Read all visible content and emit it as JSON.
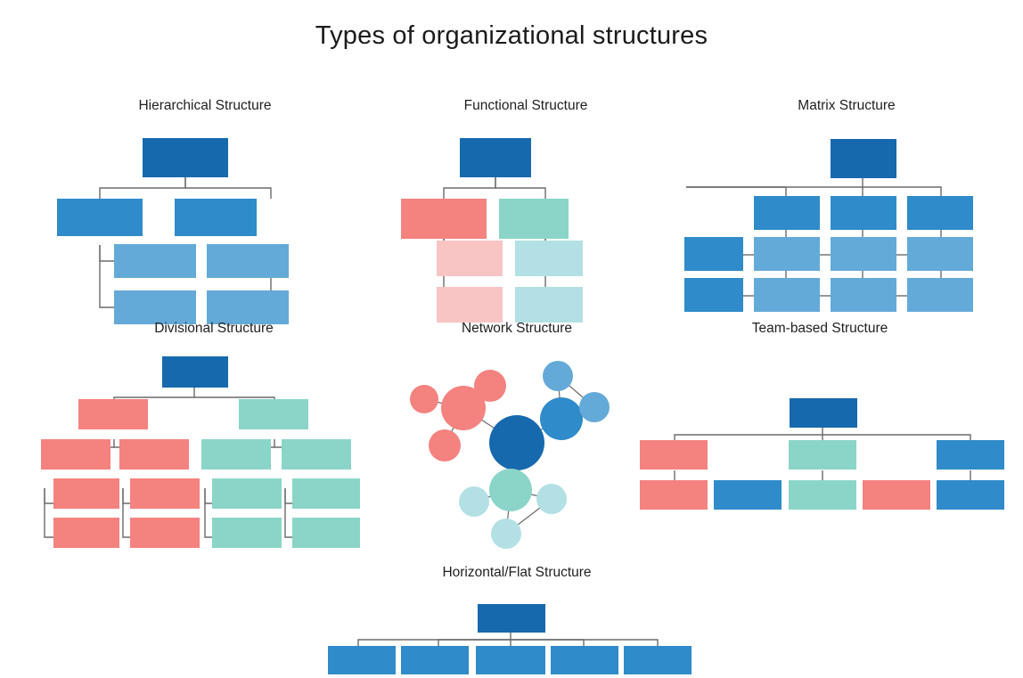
{
  "title": "Types of organizational structures",
  "palette": {
    "blue_dark": "#1769ad",
    "blue_mid": "#2f8bc9",
    "blue_light": "#64aad8",
    "coral": "#f4827f",
    "coral_pale": "#f9c4c4",
    "teal": "#8bd5c8",
    "teal_pale": "#b3e0e5",
    "connector": "#6b6b6b",
    "background": "#ffffff",
    "text": "#1c1c1c"
  },
  "chart_data": {
    "type": "diagram",
    "title": "Types of organizational structures",
    "diagram_kind": "organizational-chart-collection",
    "count": 7,
    "panels": [
      {
        "id": "hierarchical",
        "caption": "Hierarchical Structure",
        "shape": "tree",
        "levels": 3,
        "node_counts": [
          1,
          2,
          4
        ],
        "colors": [
          "blue_dark",
          "blue_mid",
          "blue_light"
        ]
      },
      {
        "id": "functional",
        "caption": "Functional Structure",
        "shape": "tree",
        "levels": 3,
        "node_counts": [
          1,
          2,
          4
        ],
        "colors": [
          "blue_dark",
          "coral",
          "teal",
          "coral_pale",
          "teal_pale"
        ]
      },
      {
        "id": "matrix",
        "caption": "Matrix Structure",
        "shape": "grid",
        "levels": 3,
        "node_counts": [
          1,
          3,
          4,
          4
        ],
        "grid_rows": 2,
        "grid_cols": 4,
        "colors": [
          "blue_dark",
          "blue_mid",
          "blue_light"
        ]
      },
      {
        "id": "divisional",
        "caption": "Divisional Structure",
        "shape": "tree",
        "levels": 4,
        "node_counts": [
          1,
          2,
          4,
          8
        ],
        "colors": [
          "blue_dark",
          "coral",
          "teal"
        ]
      },
      {
        "id": "network",
        "caption": "Network Structure",
        "shape": "node-link-network",
        "hub_count": 1,
        "cluster_count": 3,
        "node_count": 11,
        "edge_count": 11,
        "colors": [
          "blue_dark",
          "blue_mid",
          "blue_light",
          "coral",
          "teal",
          "teal_pale"
        ]
      },
      {
        "id": "team-based",
        "caption": "Team-based Structure",
        "shape": "tree",
        "levels": 3,
        "node_counts": [
          1,
          3,
          5
        ],
        "colors": [
          "blue_dark",
          "coral",
          "teal",
          "blue_mid"
        ]
      },
      {
        "id": "horizontal-flat",
        "caption": "Horizontal/Flat Structure",
        "shape": "tree",
        "levels": 2,
        "node_counts": [
          1,
          5
        ],
        "colors": [
          "blue_dark",
          "blue_mid"
        ]
      }
    ]
  },
  "panels": {
    "hierarchical": {
      "caption": "Hierarchical Structure"
    },
    "functional": {
      "caption": "Functional Structure"
    },
    "matrix": {
      "caption": "Matrix Structure"
    },
    "divisional": {
      "caption": "Divisional Structure"
    },
    "network": {
      "caption": "Network Structure"
    },
    "team_based": {
      "caption": "Team-based Structure"
    },
    "horizontal_flat": {
      "caption": "Horizontal/Flat Structure"
    }
  }
}
